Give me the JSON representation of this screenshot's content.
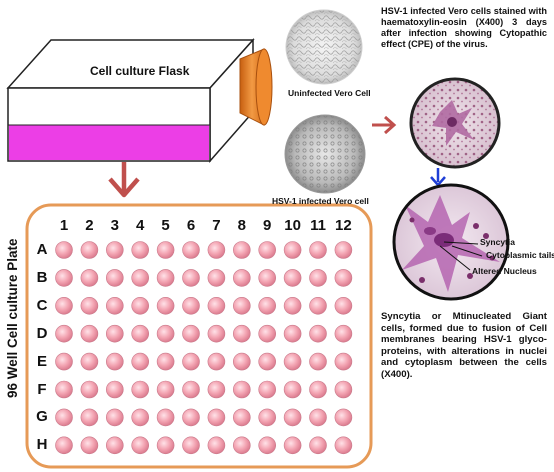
{
  "flask": {
    "label": "Cell culture Flask"
  },
  "plate": {
    "title": "96 Well Cell culture Plate",
    "columns": [
      "1",
      "2",
      "3",
      "4",
      "5",
      "6",
      "7",
      "8",
      "9",
      "10",
      "11",
      "12"
    ],
    "rows": [
      "A",
      "B",
      "C",
      "D",
      "E",
      "F",
      "G",
      "H"
    ]
  },
  "micrographs": {
    "uninfected_label": "Uninfected Vero Cell",
    "infected_label": "HSV-1 infected Vero cell"
  },
  "stain_description": "HSV-1 infected Vero cells stained with haematoxylin-eosin (X400) 3 days after infection showing Cytopathic effect (CPE) of the virus.",
  "zoom_labels": {
    "syncytia": "Syncytia",
    "cytoplasmic_tails": "Cytoplasmic tails",
    "altered_nucleus": "Altered Nucleus"
  },
  "syncytia_description": "Syncytia or Mtinucleated Giant cells, formed due to fusion of Cell membranes bearing HSV-1 glyco-proteins, with alterations in nuclei and cytoplasm between the cells (X400).",
  "colors": {
    "arrow_red": "#c0504d",
    "arrow_blue": "#1f3fd6",
    "plate_border": "#e69a57",
    "flask_cap": "#e87a1e",
    "flask_medium": "#ec3ee6",
    "well": "#f3a4b2"
  }
}
